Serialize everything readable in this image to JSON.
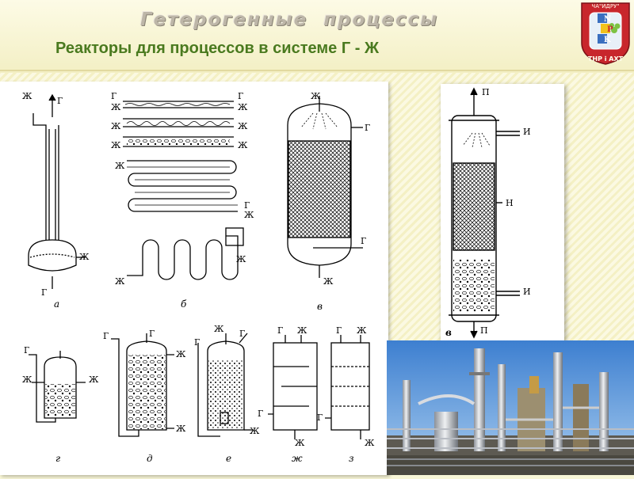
{
  "slide": {
    "title": "Гетерогенные процессы",
    "subtitle": "Реакторы для процессов в системе Г - Ж"
  },
  "logo": {
    "line1": "ЧА\"ИДРУ\"",
    "letters": [
      "N",
      "P",
      "K"
    ],
    "line2": "ТНР і АХТ"
  },
  "diagram": {
    "stream_gas": "Г",
    "stream_liquid": "Ж",
    "captions": [
      "а",
      "б",
      "в",
      "г",
      "д",
      "е",
      "ж",
      "з"
    ]
  },
  "right_diagram": {
    "label_top": "П",
    "label_bottom": "П",
    "label_inlet_top": "И",
    "label_inlet_bottom": "И",
    "label_side": "Н",
    "caption": "в"
  },
  "colors": {
    "background": "#f8f6d6",
    "subtitle": "#4a7a1f",
    "logo_red": "#c8262c"
  }
}
